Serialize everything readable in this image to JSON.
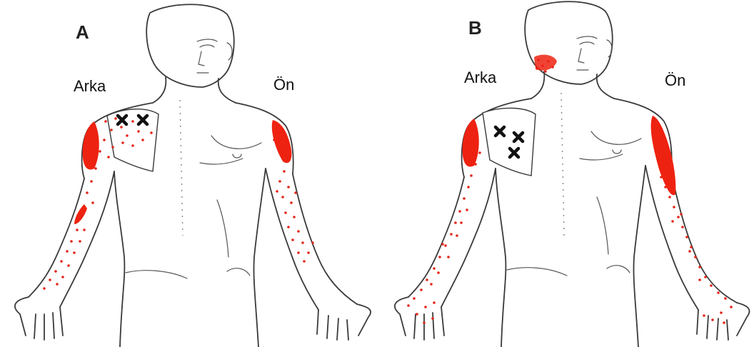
{
  "panels": [
    {
      "id": "A",
      "label": "A",
      "back_label": "Arka",
      "front_label": "Ön"
    },
    {
      "id": "B",
      "label": "B",
      "back_label": "Arka",
      "front_label": "Ön"
    }
  ],
  "colors": {
    "pain_referral": "#e4261a",
    "pain_primary": "#ee2211",
    "trigger_point": "#111111",
    "outline": "#3a3a3a"
  }
}
